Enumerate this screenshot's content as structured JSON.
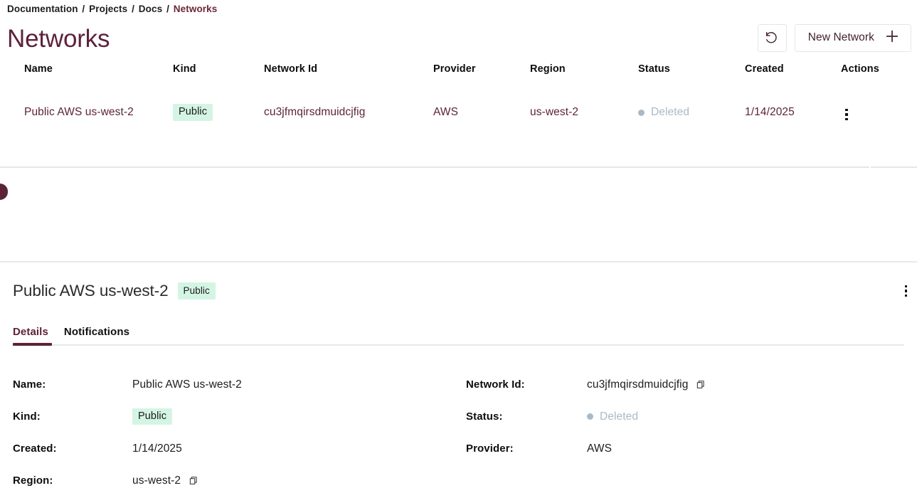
{
  "breadcrumb": {
    "items": [
      {
        "label": "Documentation",
        "current": false
      },
      {
        "label": "Projects",
        "current": false
      },
      {
        "label": "Docs",
        "current": false
      },
      {
        "label": "Networks",
        "current": true
      }
    ],
    "separator": "/"
  },
  "header": {
    "title": "Networks",
    "refresh_icon": "refresh-ccw-icon",
    "new_network_label": "New Network",
    "plus_icon": "plus-icon"
  },
  "table": {
    "columns": [
      "Name",
      "Kind",
      "Network Id",
      "Provider",
      "Region",
      "Status",
      "Created",
      "Actions"
    ],
    "rows": [
      {
        "name": "Public AWS us-west-2",
        "kind": "Public",
        "network_id": "cu3jfmqirsdmuidcjfig",
        "provider": "AWS",
        "region": "us-west-2",
        "status": "Deleted",
        "created": "1/14/2025",
        "actions_icon": "kebab-menu-icon",
        "selected": true
      }
    ]
  },
  "detail": {
    "title": "Public AWS us-west-2",
    "badge": "Public",
    "menu_icon": "kebab-menu-icon",
    "drag_handle_icon": "drag-handle-icon",
    "tabs": [
      {
        "label": "Details",
        "active": true
      },
      {
        "label": "Notifications",
        "active": false
      }
    ],
    "fields_left": [
      {
        "label": "Name:",
        "value": "Public AWS us-west-2",
        "type": "text"
      },
      {
        "label": "Kind:",
        "value": "Public",
        "type": "badge"
      },
      {
        "label": "Created:",
        "value": "1/14/2025",
        "type": "text"
      },
      {
        "label": "Region:",
        "value": "us-west-2",
        "type": "text-copy"
      }
    ],
    "fields_right": [
      {
        "label": "Network Id:",
        "value": "cu3jfmqirsdmuidcjfig",
        "type": "text-copy"
      },
      {
        "label": "Status:",
        "value": "Deleted",
        "type": "status"
      },
      {
        "label": "Provider:",
        "value": "AWS",
        "type": "text"
      }
    ]
  },
  "colors": {
    "accent": "#5d2239",
    "badge_bg": "#d4f5e3",
    "status_muted": "#aab9c6",
    "border": "#e3e8eb"
  }
}
